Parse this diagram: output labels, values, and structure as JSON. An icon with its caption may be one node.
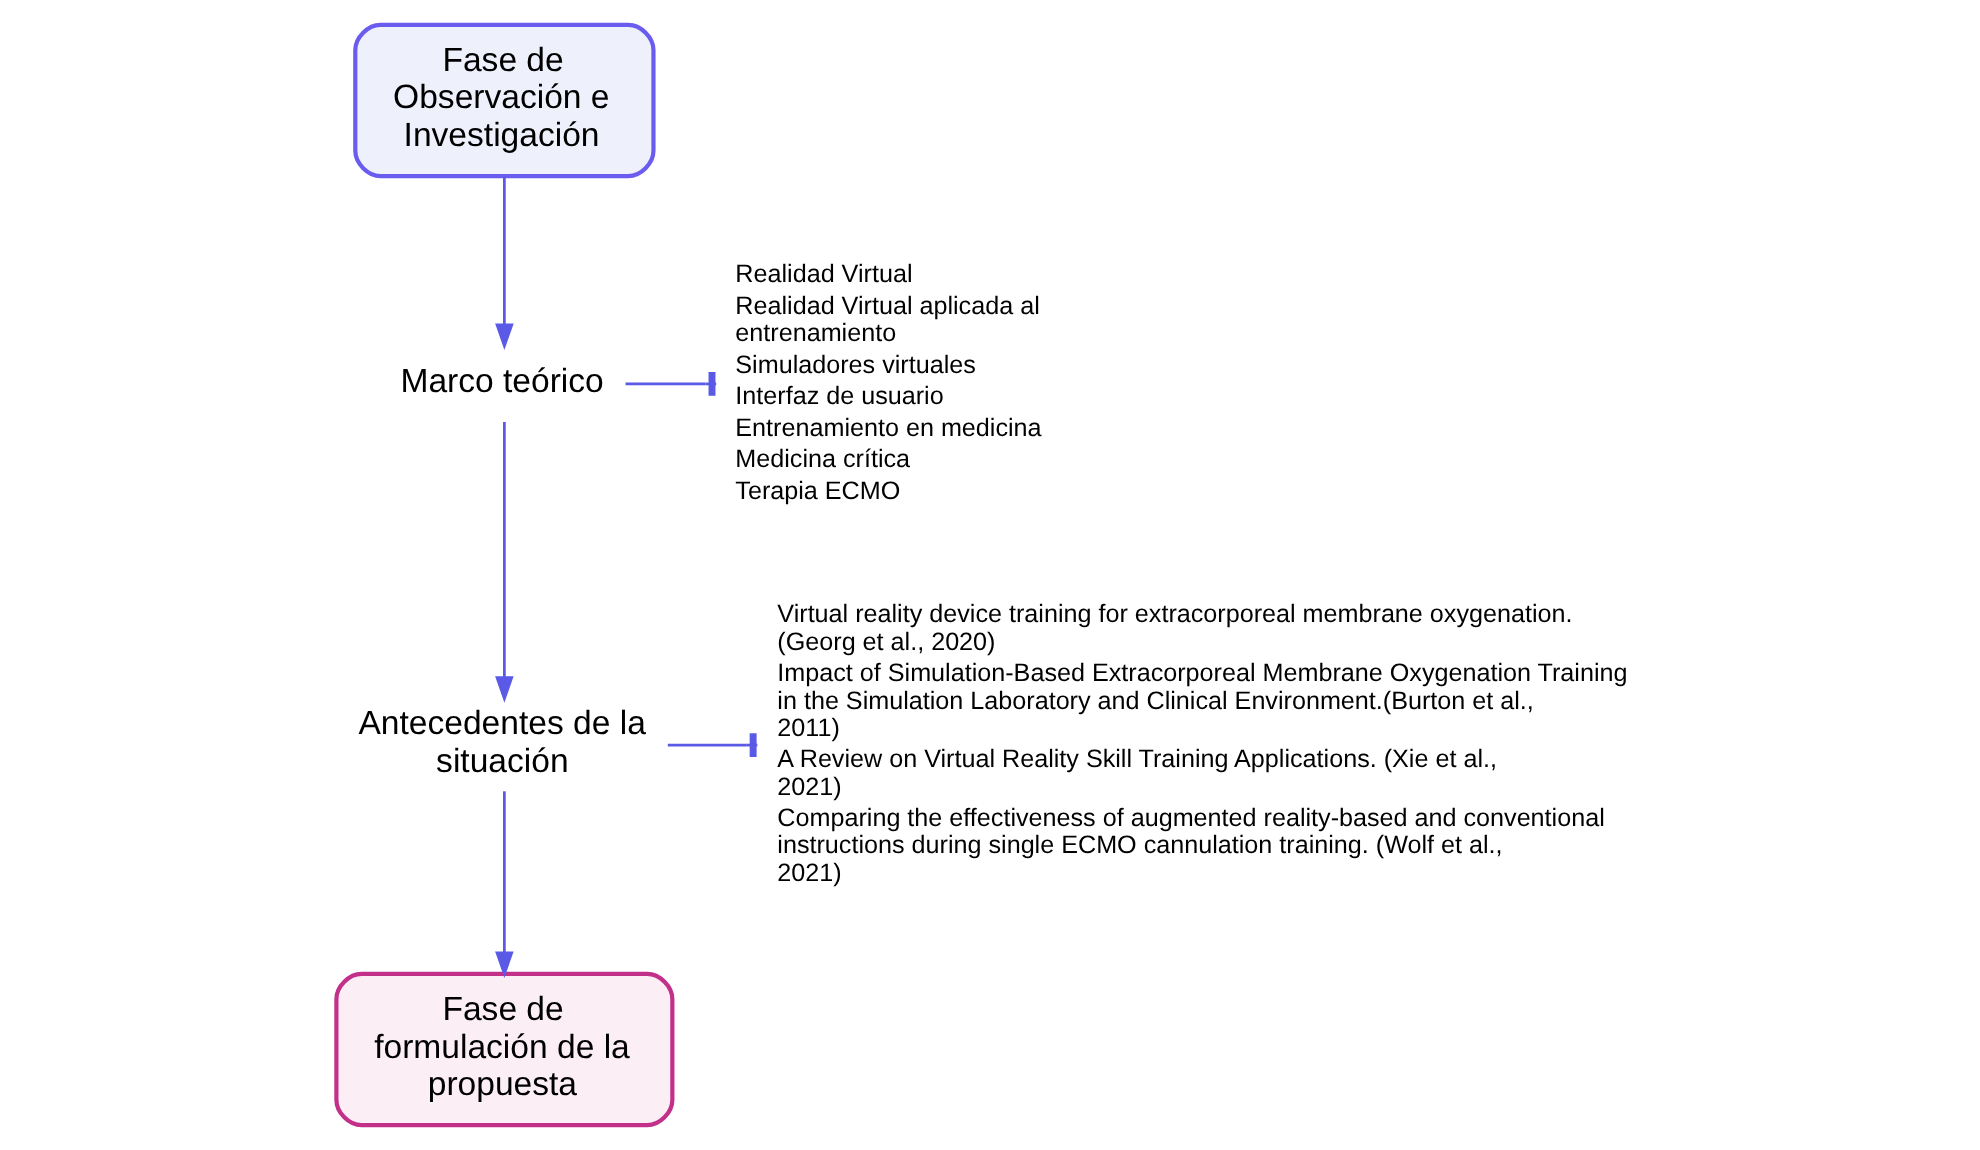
{
  "diagram": {
    "nodes": [
      {
        "text": [
          "Fase de Observación e Investigación"
        ]
      },
      {
        "text": [
          "Marco teórico"
        ]
      },
      {
        "text": [
          "Realidad Virtual",
          "Realidad Virtual aplicada al entrenamiento",
          "Simuladores virtuales",
          "Interfaz de usuario",
          "Entrenamiento en medicina",
          "Medicina crítica",
          "Terapia ECMO"
        ]
      },
      {
        "text": [
          "Antecedentes de la situación"
        ]
      },
      {
        "text": [
          "Virtual reality device training for extracorporeal membrane oxygenation. (Georg et al., 2020)",
          "Impact of Simulation-Based Extracorporeal Membrane Oxygenation Training in the Simulation Laboratory and Clinical Environment.(Burton et al., 2011)",
          "A Review on Virtual Reality Skill Training Applications. (Xie et al., 2021)",
          "Comparing the effectiveness of augmented reality-based and conventional instructions during single ECMO cannulation training. (Wolf et al., 2021)"
        ]
      },
      {
        "text": [
          "Fase de formulación de la propuesta"
        ]
      }
    ],
    "edges": [
      {
        "from": 0,
        "to": 1,
        "arrow": "to"
      },
      {
        "from": 1,
        "to": 2,
        "arrow": "other"
      },
      {
        "from": 1,
        "to": 3,
        "arrow": "to"
      },
      {
        "from": 3,
        "to": 4,
        "arrow": "other"
      },
      {
        "from": 3,
        "to": 5,
        "arrow": "to"
      }
    ]
  }
}
